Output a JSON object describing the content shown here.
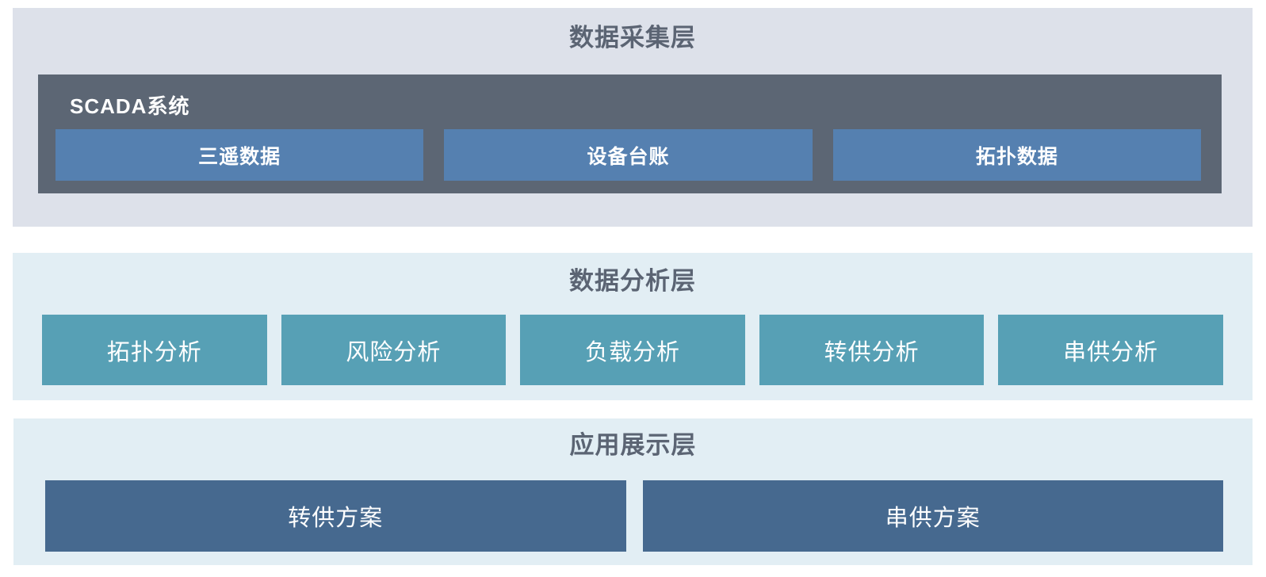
{
  "diagram": {
    "layers": {
      "collection": {
        "title": "数据采集层",
        "scada": {
          "label": "SCADA系统",
          "items": [
            "三遥数据",
            "设备台账",
            "拓扑数据"
          ]
        }
      },
      "analysis": {
        "title": "数据分析层",
        "items": [
          "拓扑分析",
          "风险分析",
          "负载分析",
          "转供分析",
          "串供分析"
        ]
      },
      "display": {
        "title": "应用展示层",
        "items": [
          "转供方案",
          "串供方案"
        ]
      }
    },
    "colors": {
      "collection_band_bg": "#dde1ea",
      "analysis_band_bg": "#e2eef4",
      "display_band_bg": "#e2eef4",
      "scada_box_bg": "#5c6674",
      "scada_item_bg": "#5580b0",
      "analysis_item_bg": "#57a0b5",
      "display_item_bg": "#46698f",
      "title_text": "#5b6473",
      "item_text": "#ffffff",
      "page_bg": "#ffffff"
    }
  }
}
